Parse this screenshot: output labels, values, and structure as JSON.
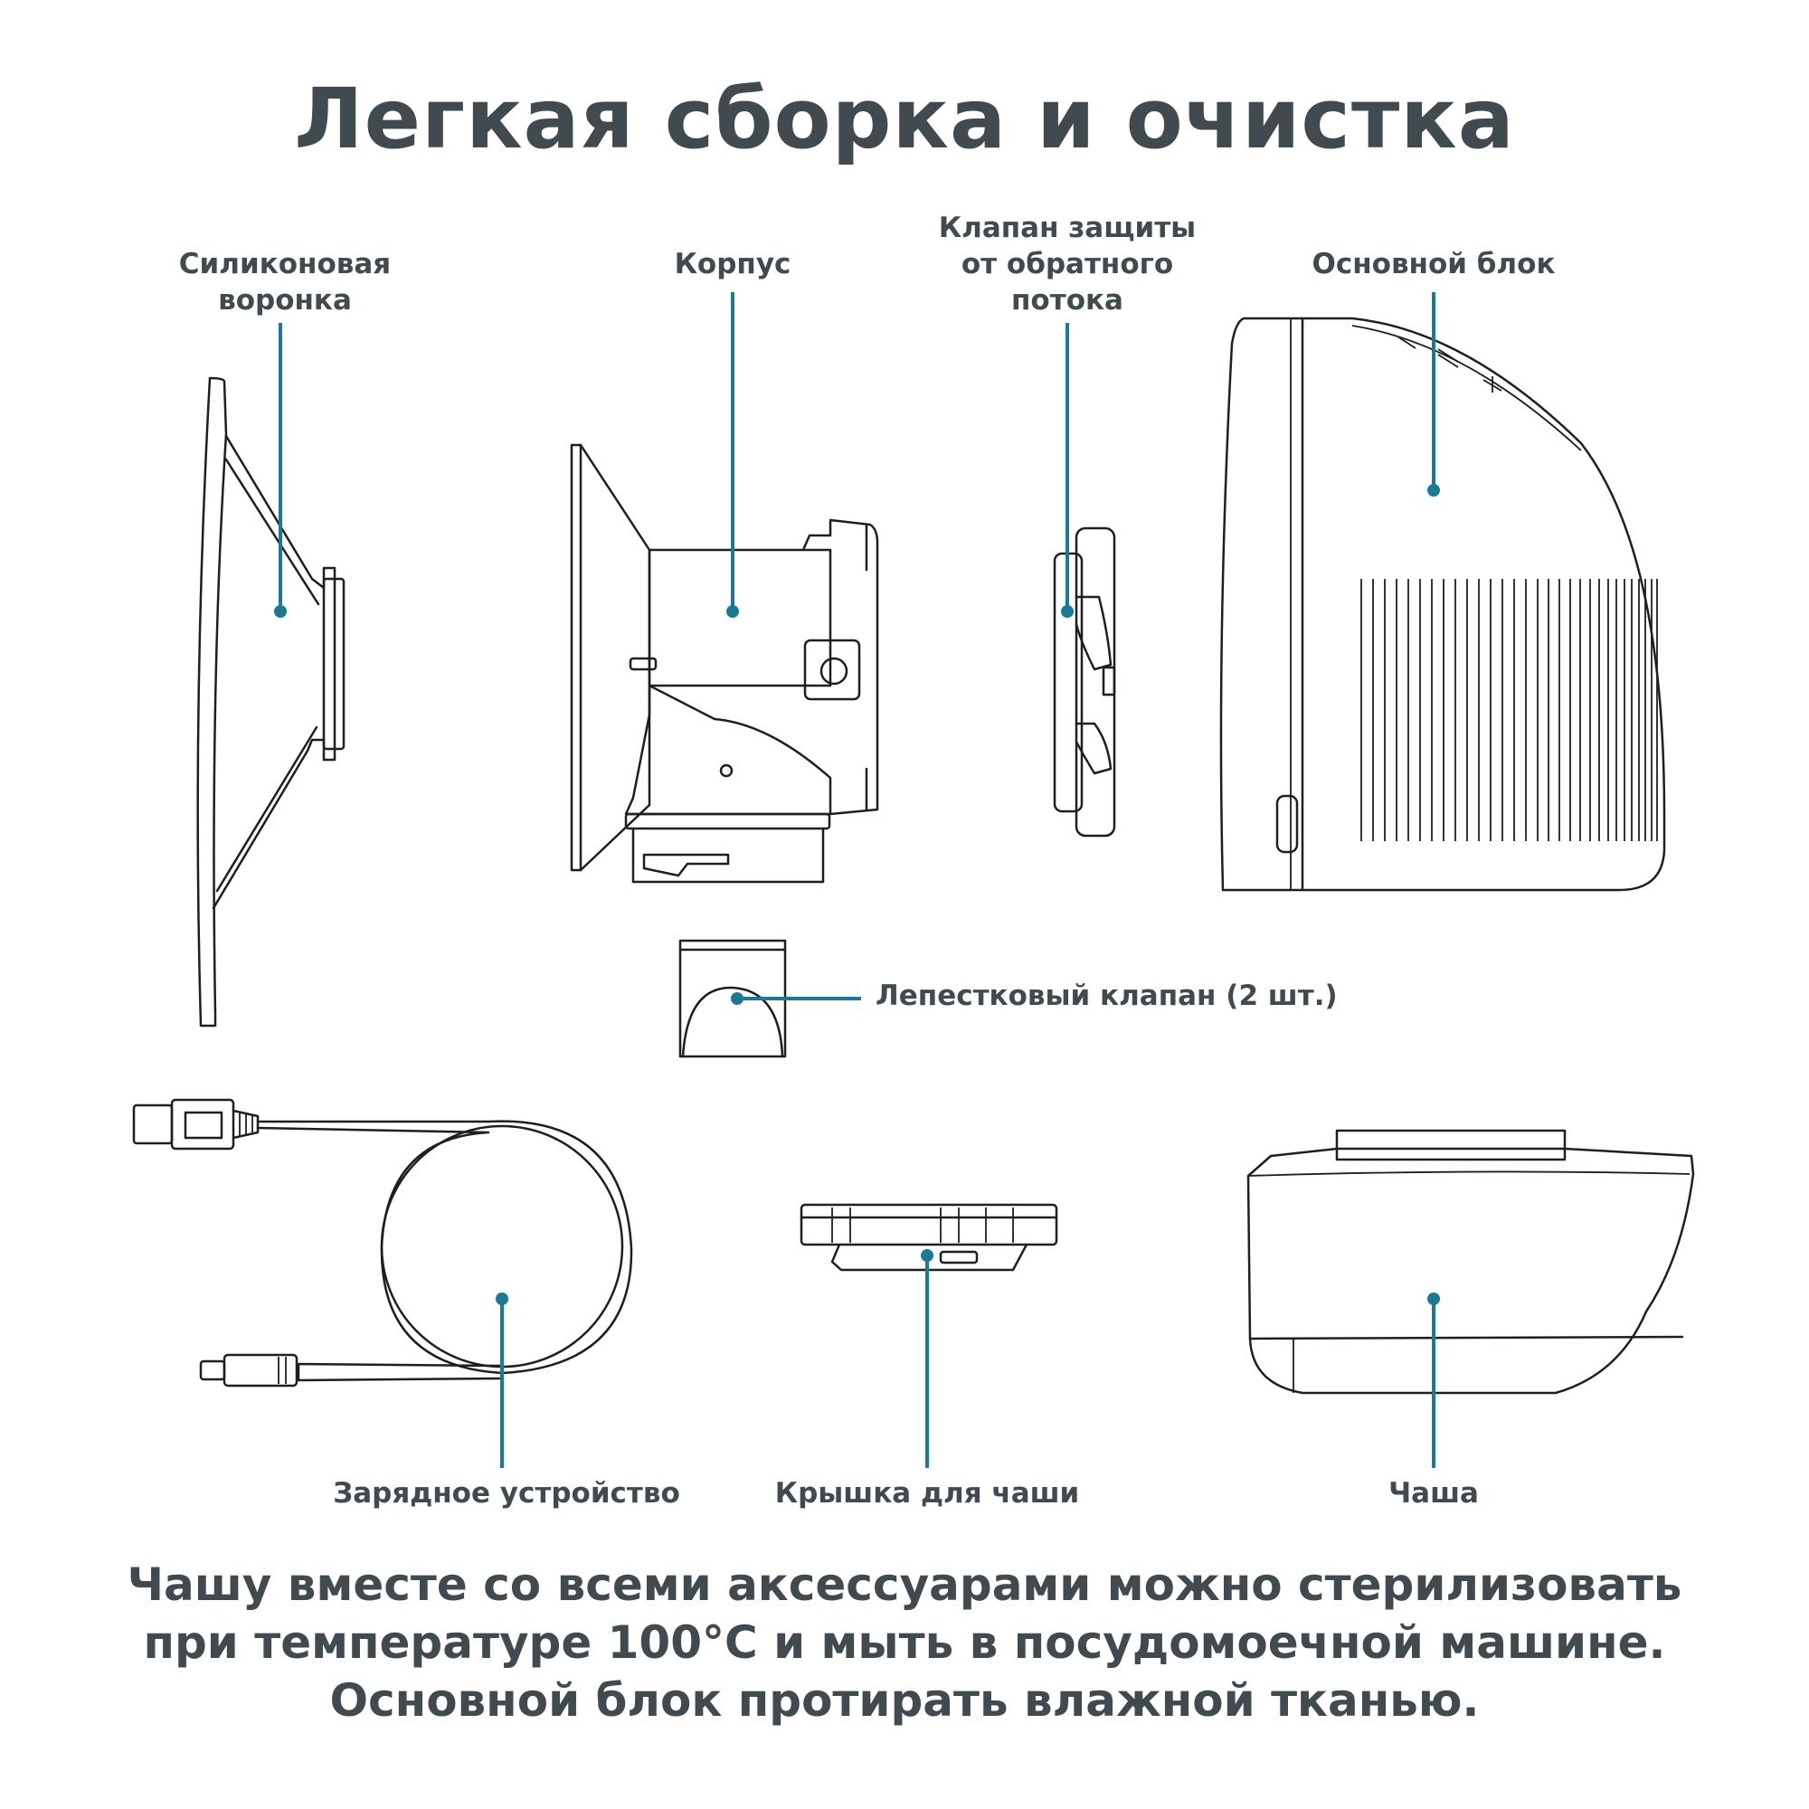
{
  "title": "Легкая сборка и очистка",
  "accent_color": "#1a7a96",
  "text_color": "#414b4f",
  "labels": {
    "silicone_funnel": [
      "Силиконовая",
      "воронка"
    ],
    "housing": "Корпус",
    "backflow_valve": [
      "Клапан защиты",
      "от обратного",
      "потока"
    ],
    "main_unit": "Основной блок",
    "petal_valve": "Лепестковый клапан (2 шт.)",
    "charger": "Зарядное устройство",
    "cup_lid": "Крышка для чаши",
    "cup": "Чаша"
  },
  "footer": [
    "Чашу вместе со всеми аксессуарами можно стерилизовать",
    "при температуре 100°С и мыть в посудомоечной машине.",
    "Основной блок протирать влажной тканью."
  ]
}
